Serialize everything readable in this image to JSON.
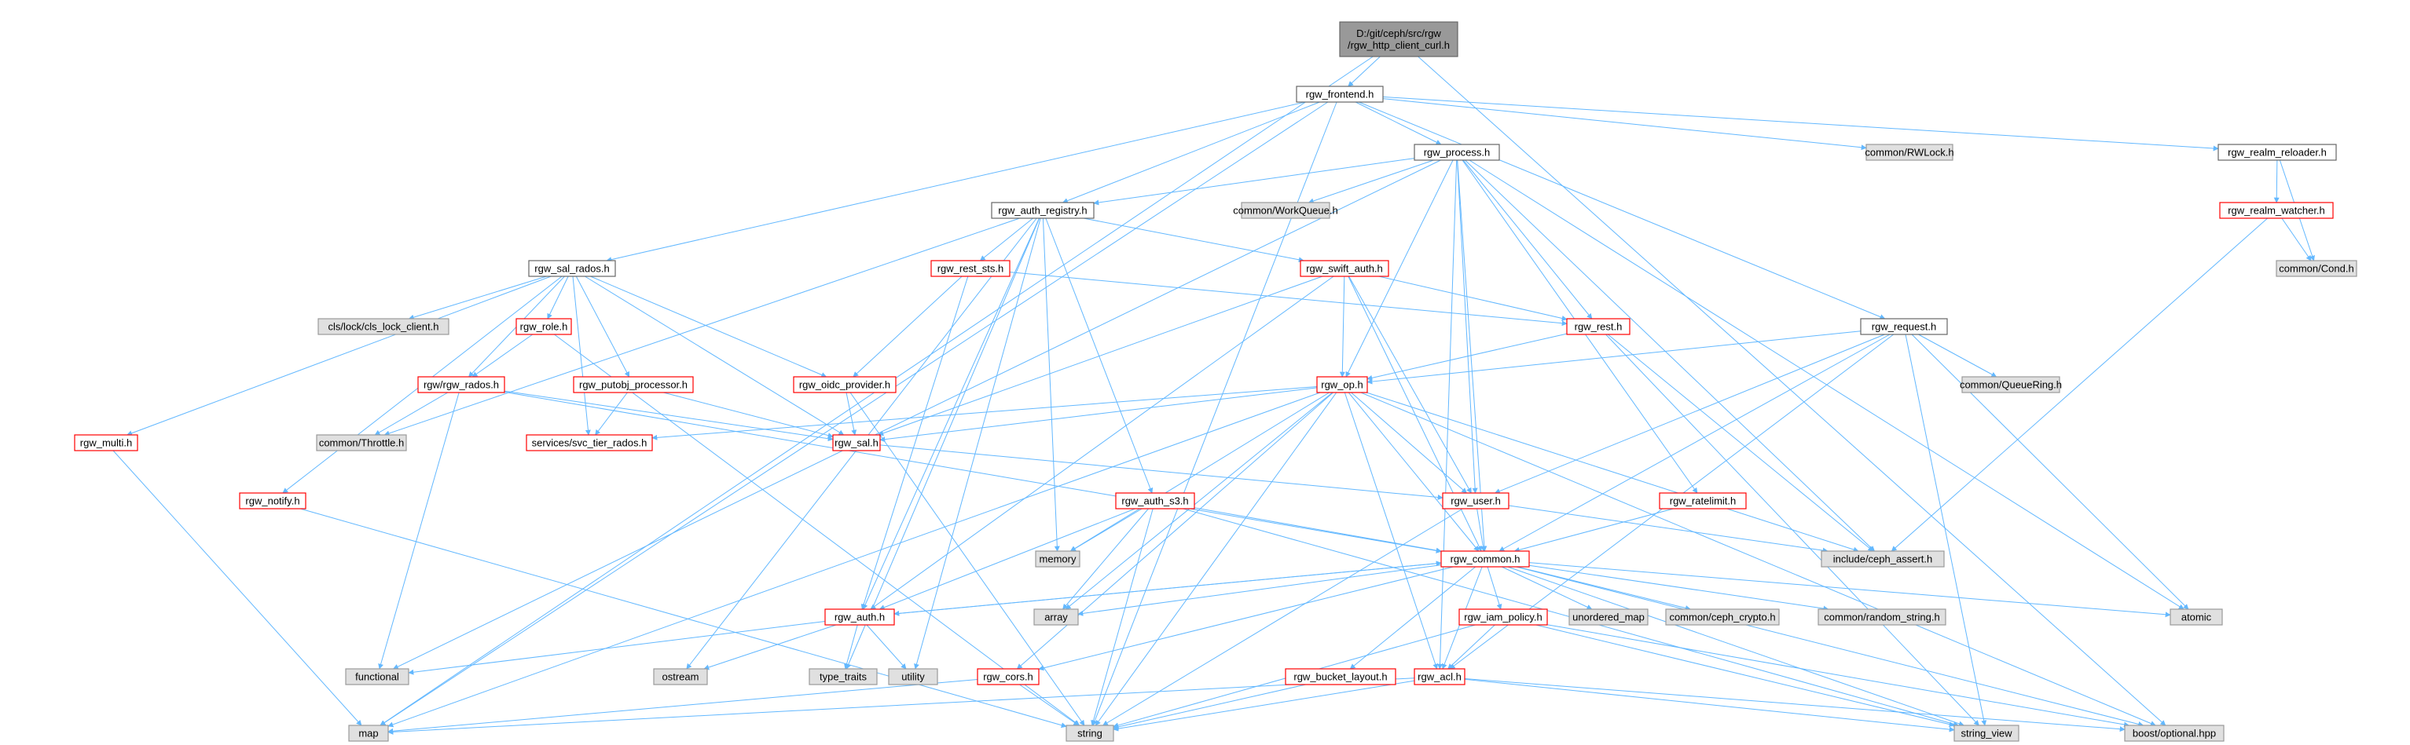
{
  "diagram": {
    "colors": {
      "edge": "#63b8ff",
      "focus_fill": "#999999",
      "focus_border": "#666666",
      "plain_fill": "#ffffff",
      "plain_border": "#666666",
      "red_fill": "#ffffff",
      "red_border": "#ff0000",
      "grey_fill": "#e0e0e0",
      "grey_border": "#999999"
    },
    "nodes": [
      {
        "id": "root",
        "label": [
          "D:/git/ceph/src/rgw",
          "/rgw_http_client_curl.h"
        ],
        "style": "focus"
      },
      {
        "id": "frontend",
        "label": [
          "rgw_frontend.h"
        ],
        "style": "plain"
      },
      {
        "id": "process",
        "label": [
          "rgw_process.h"
        ],
        "style": "plain"
      },
      {
        "id": "rwlock",
        "label": [
          "common/RWLock.h"
        ],
        "style": "grey"
      },
      {
        "id": "realm_reloader",
        "label": [
          "rgw_realm_reloader.h"
        ],
        "style": "plain"
      },
      {
        "id": "realm_watcher",
        "label": [
          "rgw_realm_watcher.h"
        ],
        "style": "red"
      },
      {
        "id": "cond",
        "label": [
          "common/Cond.h"
        ],
        "style": "grey"
      },
      {
        "id": "workqueue",
        "label": [
          "common/WorkQueue.h"
        ],
        "style": "grey"
      },
      {
        "id": "auth_registry",
        "label": [
          "rgw_auth_registry.h"
        ],
        "style": "plain"
      },
      {
        "id": "sal_rados",
        "label": [
          "rgw_sal_rados.h"
        ],
        "style": "plain"
      },
      {
        "id": "rest_sts",
        "label": [
          "rgw_rest_sts.h"
        ],
        "style": "red"
      },
      {
        "id": "swift_auth",
        "label": [
          "rgw_swift_auth.h"
        ],
        "style": "red"
      },
      {
        "id": "cls_lock",
        "label": [
          "cls/lock/cls_lock_client.h"
        ],
        "style": "grey"
      },
      {
        "id": "role",
        "label": [
          "rgw_role.h"
        ],
        "style": "red"
      },
      {
        "id": "rest",
        "label": [
          "rgw_rest.h"
        ],
        "style": "red"
      },
      {
        "id": "request",
        "label": [
          "rgw_request.h"
        ],
        "style": "plain"
      },
      {
        "id": "queuering",
        "label": [
          "common/QueueRing.h"
        ],
        "style": "grey"
      },
      {
        "id": "rados",
        "label": [
          "rgw/rgw_rados.h"
        ],
        "style": "red"
      },
      {
        "id": "putobj",
        "label": [
          "rgw_putobj_processor.h"
        ],
        "style": "red"
      },
      {
        "id": "oidc",
        "label": [
          "rgw_oidc_provider.h"
        ],
        "style": "red"
      },
      {
        "id": "op",
        "label": [
          "rgw_op.h"
        ],
        "style": "red"
      },
      {
        "id": "multi",
        "label": [
          "rgw_multi.h"
        ],
        "style": "red"
      },
      {
        "id": "throttle",
        "label": [
          "common/Throttle.h"
        ],
        "style": "grey"
      },
      {
        "id": "svc_tier",
        "label": [
          "services/svc_tier_rados.h"
        ],
        "style": "red"
      },
      {
        "id": "sal",
        "label": [
          "rgw_sal.h"
        ],
        "style": "red"
      },
      {
        "id": "notify",
        "label": [
          "rgw_notify.h"
        ],
        "style": "red"
      },
      {
        "id": "auth_s3",
        "label": [
          "rgw_auth_s3.h"
        ],
        "style": "red"
      },
      {
        "id": "user",
        "label": [
          "rgw_user.h"
        ],
        "style": "red"
      },
      {
        "id": "ratelimit",
        "label": [
          "rgw_ratelimit.h"
        ],
        "style": "red"
      },
      {
        "id": "memory",
        "label": [
          "memory"
        ],
        "style": "grey"
      },
      {
        "id": "ceph_assert",
        "label": [
          "include/ceph_assert.h"
        ],
        "style": "grey"
      },
      {
        "id": "common",
        "label": [
          "rgw_common.h"
        ],
        "style": "red"
      },
      {
        "id": "array",
        "label": [
          "array"
        ],
        "style": "grey"
      },
      {
        "id": "unordered_map",
        "label": [
          "unordered_map"
        ],
        "style": "grey"
      },
      {
        "id": "ceph_crypto",
        "label": [
          "common/ceph_crypto.h"
        ],
        "style": "grey"
      },
      {
        "id": "random_string",
        "label": [
          "common/random_string.h"
        ],
        "style": "grey"
      },
      {
        "id": "atomic",
        "label": [
          "atomic"
        ],
        "style": "grey"
      },
      {
        "id": "auth",
        "label": [
          "rgw_auth.h"
        ],
        "style": "red"
      },
      {
        "id": "iam_policy",
        "label": [
          "rgw_iam_policy.h"
        ],
        "style": "red"
      },
      {
        "id": "functional",
        "label": [
          "functional"
        ],
        "style": "grey"
      },
      {
        "id": "ostream",
        "label": [
          "ostream"
        ],
        "style": "grey"
      },
      {
        "id": "type_traits",
        "label": [
          "type_traits"
        ],
        "style": "grey"
      },
      {
        "id": "utility",
        "label": [
          "utility"
        ],
        "style": "grey"
      },
      {
        "id": "cors",
        "label": [
          "rgw_cors.h"
        ],
        "style": "red"
      },
      {
        "id": "bucket_layout",
        "label": [
          "rgw_bucket_layout.h"
        ],
        "style": "red"
      },
      {
        "id": "acl",
        "label": [
          "rgw_acl.h"
        ],
        "style": "red"
      },
      {
        "id": "map",
        "label": [
          "map"
        ],
        "style": "grey"
      },
      {
        "id": "string",
        "label": [
          "string"
        ],
        "style": "grey"
      },
      {
        "id": "string_view",
        "label": [
          "string_view"
        ],
        "style": "grey"
      },
      {
        "id": "optional",
        "label": [
          "boost/optional.hpp"
        ],
        "style": "grey"
      }
    ],
    "edges": [
      [
        "root",
        "frontend"
      ],
      [
        "root",
        "map"
      ],
      [
        "root",
        "optional"
      ],
      [
        "frontend",
        "process"
      ],
      [
        "frontend",
        "rwlock"
      ],
      [
        "frontend",
        "realm_reloader"
      ],
      [
        "frontend",
        "auth_registry"
      ],
      [
        "frontend",
        "sal_rados"
      ],
      [
        "frontend",
        "request"
      ],
      [
        "frontend",
        "map"
      ],
      [
        "frontend",
        "string"
      ],
      [
        "realm_reloader",
        "realm_watcher"
      ],
      [
        "realm_reloader",
        "cond"
      ],
      [
        "realm_watcher",
        "cond"
      ],
      [
        "realm_watcher",
        "ceph_assert"
      ],
      [
        "process",
        "workqueue"
      ],
      [
        "process",
        "auth_registry"
      ],
      [
        "process",
        "rest"
      ],
      [
        "process",
        "op"
      ],
      [
        "process",
        "user"
      ],
      [
        "process",
        "ratelimit"
      ],
      [
        "process",
        "common"
      ],
      [
        "process",
        "acl"
      ],
      [
        "process",
        "atomic"
      ],
      [
        "process",
        "ceph_assert"
      ],
      [
        "process",
        "functional"
      ],
      [
        "auth_registry",
        "rest_sts"
      ],
      [
        "auth_registry",
        "swift_auth"
      ],
      [
        "auth_registry",
        "auth_s3"
      ],
      [
        "auth_registry",
        "auth"
      ],
      [
        "auth_registry",
        "memory"
      ],
      [
        "auth_registry",
        "utility"
      ],
      [
        "auth_registry",
        "type_traits"
      ],
      [
        "auth_registry",
        "ostream"
      ],
      [
        "auth_registry",
        "throttle"
      ],
      [
        "rest_sts",
        "rest"
      ],
      [
        "rest_sts",
        "oidc"
      ],
      [
        "rest_sts",
        "auth"
      ],
      [
        "swift_auth",
        "rest"
      ],
      [
        "swift_auth",
        "op"
      ],
      [
        "swift_auth",
        "user"
      ],
      [
        "swift_auth",
        "common"
      ],
      [
        "swift_auth",
        "sal"
      ],
      [
        "swift_auth",
        "auth"
      ],
      [
        "sal_rados",
        "cls_lock"
      ],
      [
        "sal_rados",
        "role"
      ],
      [
        "sal_rados",
        "rados"
      ],
      [
        "sal_rados",
        "putobj"
      ],
      [
        "sal_rados",
        "oidc"
      ],
      [
        "sal_rados",
        "multi"
      ],
      [
        "sal_rados",
        "sal"
      ],
      [
        "sal_rados",
        "notify"
      ],
      [
        "sal_rados",
        "svc_tier"
      ],
      [
        "role",
        "rados"
      ],
      [
        "role",
        "string"
      ],
      [
        "rados",
        "throttle"
      ],
      [
        "rados",
        "sal"
      ],
      [
        "rados",
        "common"
      ],
      [
        "rados",
        "functional"
      ],
      [
        "putobj",
        "svc_tier"
      ],
      [
        "putobj",
        "sal"
      ],
      [
        "oidc",
        "sal"
      ],
      [
        "oidc",
        "string"
      ],
      [
        "rest",
        "op"
      ],
      [
        "rest",
        "ceph_assert"
      ],
      [
        "rest",
        "string_view"
      ],
      [
        "request",
        "op"
      ],
      [
        "request",
        "queuering"
      ],
      [
        "request",
        "user"
      ],
      [
        "request",
        "common"
      ],
      [
        "request",
        "atomic"
      ],
      [
        "request",
        "acl"
      ],
      [
        "request",
        "string_view"
      ],
      [
        "op",
        "sal"
      ],
      [
        "op",
        "svc_tier"
      ],
      [
        "op",
        "user"
      ],
      [
        "op",
        "common"
      ],
      [
        "op",
        "acl"
      ],
      [
        "op",
        "cors"
      ],
      [
        "op",
        "memory"
      ],
      [
        "op",
        "array"
      ],
      [
        "op",
        "string"
      ],
      [
        "op",
        "map"
      ],
      [
        "op",
        "ceph_assert"
      ],
      [
        "op",
        "optional"
      ],
      [
        "multi",
        "map"
      ],
      [
        "notify",
        "string"
      ],
      [
        "sal",
        "user"
      ],
      [
        "user",
        "common"
      ],
      [
        "user",
        "ceph_assert"
      ],
      [
        "user",
        "string"
      ],
      [
        "ratelimit",
        "common"
      ],
      [
        "auth_s3",
        "common"
      ],
      [
        "auth_s3",
        "auth"
      ],
      [
        "auth_s3",
        "memory"
      ],
      [
        "auth_s3",
        "array"
      ],
      [
        "auth_s3",
        "string"
      ],
      [
        "auth_s3",
        "string_view"
      ],
      [
        "common",
        "auth"
      ],
      [
        "common",
        "iam_policy"
      ],
      [
        "common",
        "acl"
      ],
      [
        "common",
        "bucket_layout"
      ],
      [
        "common",
        "cors"
      ],
      [
        "common",
        "array"
      ],
      [
        "common",
        "unordered_map"
      ],
      [
        "common",
        "ceph_crypto"
      ],
      [
        "common",
        "random_string"
      ],
      [
        "common",
        "atomic"
      ],
      [
        "common",
        "string_view"
      ],
      [
        "common",
        "optional"
      ],
      [
        "auth",
        "common"
      ],
      [
        "auth",
        "functional"
      ],
      [
        "auth",
        "ostream"
      ],
      [
        "auth",
        "type_traits"
      ],
      [
        "auth",
        "utility"
      ],
      [
        "iam_policy",
        "acl"
      ],
      [
        "iam_policy",
        "string"
      ],
      [
        "iam_policy",
        "string_view"
      ],
      [
        "iam_policy",
        "optional"
      ],
      [
        "cors",
        "map"
      ],
      [
        "cors",
        "string"
      ],
      [
        "bucket_layout",
        "string"
      ],
      [
        "acl",
        "map"
      ],
      [
        "acl",
        "string"
      ],
      [
        "acl",
        "string_view"
      ],
      [
        "acl",
        "optional"
      ]
    ]
  }
}
